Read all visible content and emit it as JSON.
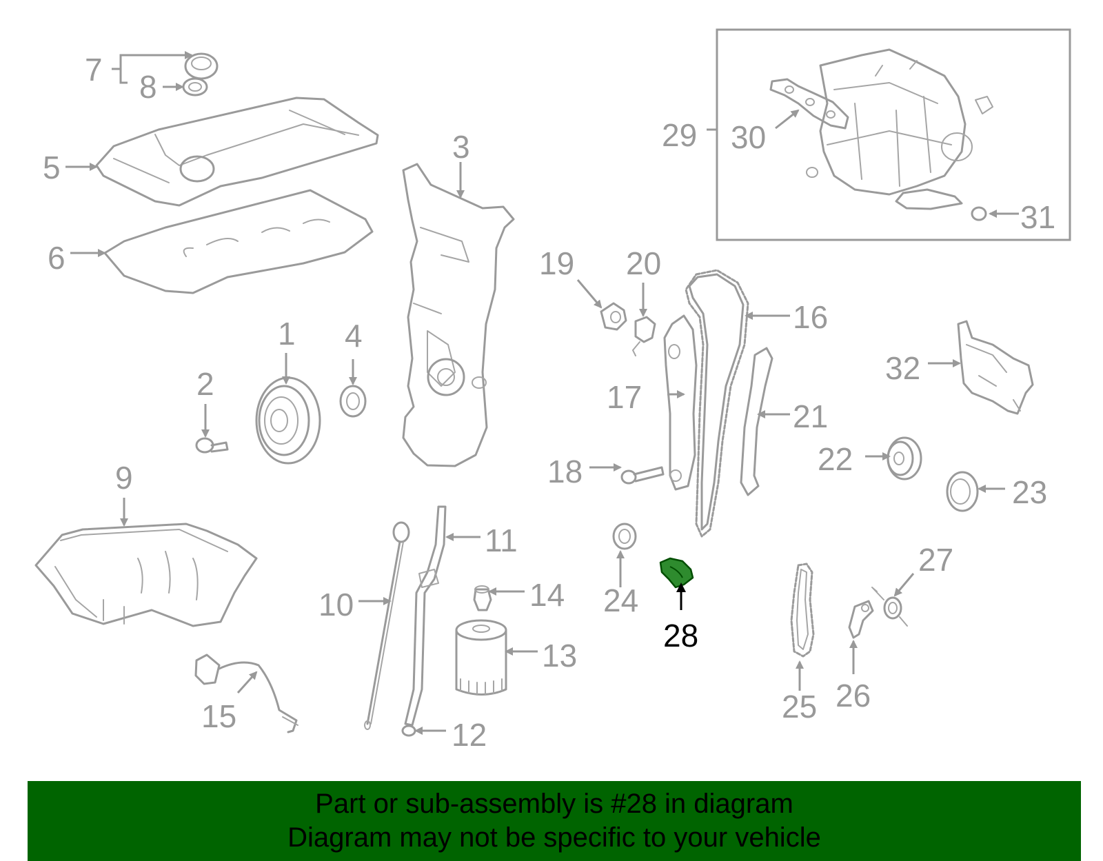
{
  "diagram": {
    "highlight_color": "#006400",
    "callouts": [
      "1",
      "2",
      "3",
      "4",
      "5",
      "6",
      "7",
      "8",
      "9",
      "10",
      "11",
      "12",
      "13",
      "14",
      "15",
      "16",
      "17",
      "18",
      "19",
      "20",
      "21",
      "22",
      "23",
      "24",
      "25",
      "26",
      "27",
      "28",
      "29",
      "30",
      "31",
      "32"
    ],
    "highlighted_callout": "28"
  },
  "banner": {
    "line1": "Part or sub-assembly is #28 in diagram",
    "line2": "Diagram may not be specific to your vehicle",
    "background": "#006400"
  }
}
